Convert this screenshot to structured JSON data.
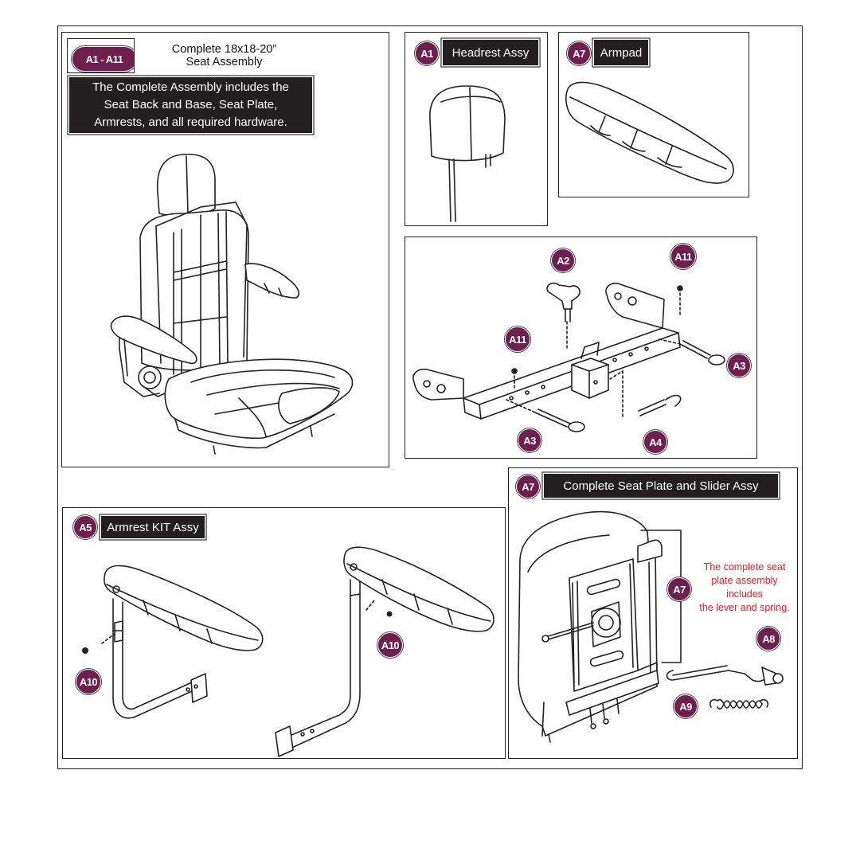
{
  "colors": {
    "badge_fill": "#6e1f4d",
    "title_fill": "#231f20",
    "note_text": "#e8202a",
    "line": "#222222"
  },
  "panels": {
    "complete_seat": {
      "badge": "A1 - A11",
      "title_line1": "Complete 18x18-20”",
      "title_line2": "Seat Assembly",
      "desc_line1": "The Complete Assembly includes the",
      "desc_line2": "Seat Back and Base, Seat Plate,",
      "desc_line3": "Armrests, and all required hardware."
    },
    "headrest": {
      "badge": "A1",
      "title": "Headrest Assy"
    },
    "armpad": {
      "badge": "A7",
      "title": "Armpad"
    },
    "hardware": {
      "callouts": [
        "A2",
        "A11",
        "A11",
        "A3",
        "A3",
        "A4"
      ]
    },
    "armrest_kit": {
      "badge": "A5",
      "title": "Armrest KIT Assy",
      "callouts": [
        "A10",
        "A10"
      ]
    },
    "seat_plate": {
      "badge": "A7",
      "title": "Complete Seat Plate and Slider Assy",
      "callouts": [
        "A7",
        "A8",
        "A9"
      ],
      "note_line1": "The complete seat",
      "note_line2": "plate assembly",
      "note_line3": "includes",
      "note_line4": "the lever and spring."
    }
  }
}
